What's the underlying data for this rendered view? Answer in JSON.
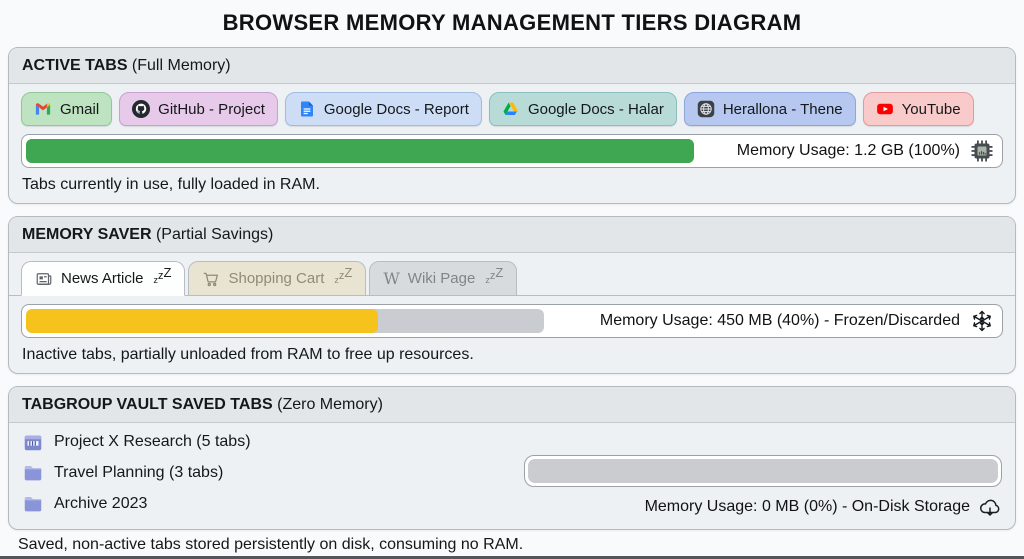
{
  "page": {
    "title": "BROWSER MEMORY MANAGEMENT TIERS DIAGRAM"
  },
  "sections": {
    "active_tabs": {
      "title": "ACTIVE TABS",
      "subtitle": " (Full Memory)",
      "tabs": [
        {
          "label": "Gmail",
          "icon": "gmail-icon",
          "bg": "#bee3c0",
          "border": "#93c79b"
        },
        {
          "label": "GitHub - Project",
          "icon": "github-icon",
          "bg": "#e7c9ea",
          "border": "#c7a1cf"
        },
        {
          "label": "Google Docs - Report",
          "icon": "google-docs-icon",
          "bg": "#cdddf6",
          "border": "#a2bbe2"
        },
        {
          "label": "Google Docs - Halar",
          "icon": "google-drive-icon",
          "bg": "#b8dbd8",
          "border": "#8abfba"
        },
        {
          "label": "Herallona - Thene",
          "icon": "globe-icon",
          "bg": "#b6c8f0",
          "border": "#8ca5da"
        },
        {
          "label": "YouTube",
          "icon": "youtube-icon",
          "bg": "#f9caca",
          "border": "#e19b9e"
        }
      ],
      "bar": {
        "track_pct": 69,
        "fill_pct": 100,
        "fill_color": "#3fa751",
        "track_color": "#3fa751",
        "label": "Memory Usage: 1.2 GB (100%)",
        "icon": "chip-icon"
      },
      "caption": "Tabs currently in use, fully loaded in RAM."
    },
    "memory_saver": {
      "title": "MEMORY SAVER",
      "subtitle": " (Partial Savings)",
      "tabs": [
        {
          "label": "News Article",
          "suffix": "zzZ",
          "state": "active",
          "icon": "newspaper-icon",
          "bg": "#fdfefe",
          "color": "#16181a"
        },
        {
          "label": "Shopping Cart",
          "suffix": "zzZ",
          "state": "sleeping",
          "icon": "cart-icon",
          "bg": "#e8e4d1",
          "color": "#8e8b77"
        },
        {
          "label": "Wiki Page",
          "suffix": "zzZ",
          "state": "sleeping",
          "icon": "wiki-icon",
          "bg": "#d8dbde",
          "color": "#80858a"
        }
      ],
      "bar": {
        "track_pct": 53.5,
        "fill_pct": 68,
        "fill_color": "#f6c31c",
        "track_color": "#c9cdd1",
        "label": "Memory Usage: 450 MB (40%) - Frozen/Discarded",
        "icon": "snowflake-icon"
      },
      "caption": "Inactive tabs, partially unloaded from RAM to free up resources."
    },
    "vault": {
      "title": "TABGROUP VAULT SAVED TABS",
      "subtitle": " (Zero Memory)",
      "folders": [
        {
          "icon": "card-file-box-icon",
          "label": "Project X Research (5 tabs)"
        },
        {
          "icon": "folder-icon",
          "label": "Travel Planning (3 tabs)"
        },
        {
          "icon": "folder-icon",
          "label": "Archive 2023"
        }
      ],
      "bar": {
        "fill_pct": 100,
        "fill_color": "#caccd0",
        "label": "Memory Usage: 0 MB (0%) - On-Disk Storage",
        "icon": "cloud-download-icon"
      },
      "caption": "Saved, non-active tabs stored persistently on disk, consuming no RAM."
    }
  }
}
